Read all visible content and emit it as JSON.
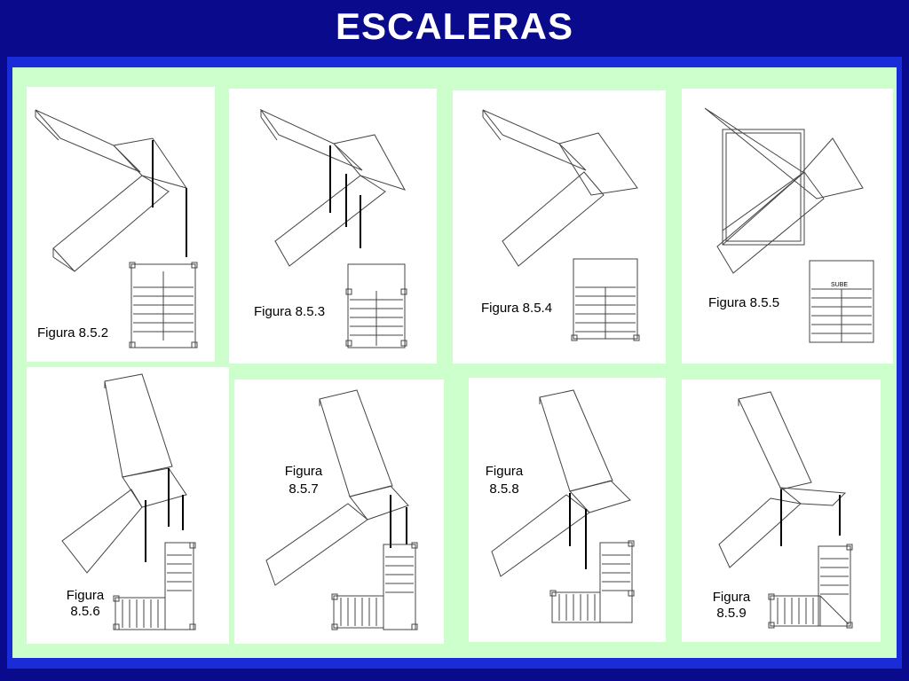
{
  "title": "ESCALERAS",
  "figures": [
    {
      "id": "8.5.2",
      "label": "Figura 8.5.2"
    },
    {
      "id": "8.5.3",
      "label": "Figura 8.5.3"
    },
    {
      "id": "8.5.4",
      "label": "Figura 8.5.4"
    },
    {
      "id": "8.5.5",
      "label": "Figura 8.5.5"
    },
    {
      "id": "8.5.6",
      "label_line1": "Figura",
      "label_line2": "8.5.6"
    },
    {
      "id": "8.5.7",
      "label_line1": "Figura",
      "label_line2": "8.5.7"
    },
    {
      "id": "8.5.8",
      "label_line1": "Figura",
      "label_line2": "8.5.8"
    },
    {
      "id": "8.5.9",
      "label_line1": "Figura",
      "label_line2": "8.5.9"
    }
  ],
  "plan_marks": {
    "arrow": "v",
    "plan_label_855": "SUBE"
  },
  "colors": {
    "title_bar": "#0a0a8c",
    "panel": "#ccffcc",
    "panel_border": "#1a2bd8",
    "card": "#ffffff"
  }
}
